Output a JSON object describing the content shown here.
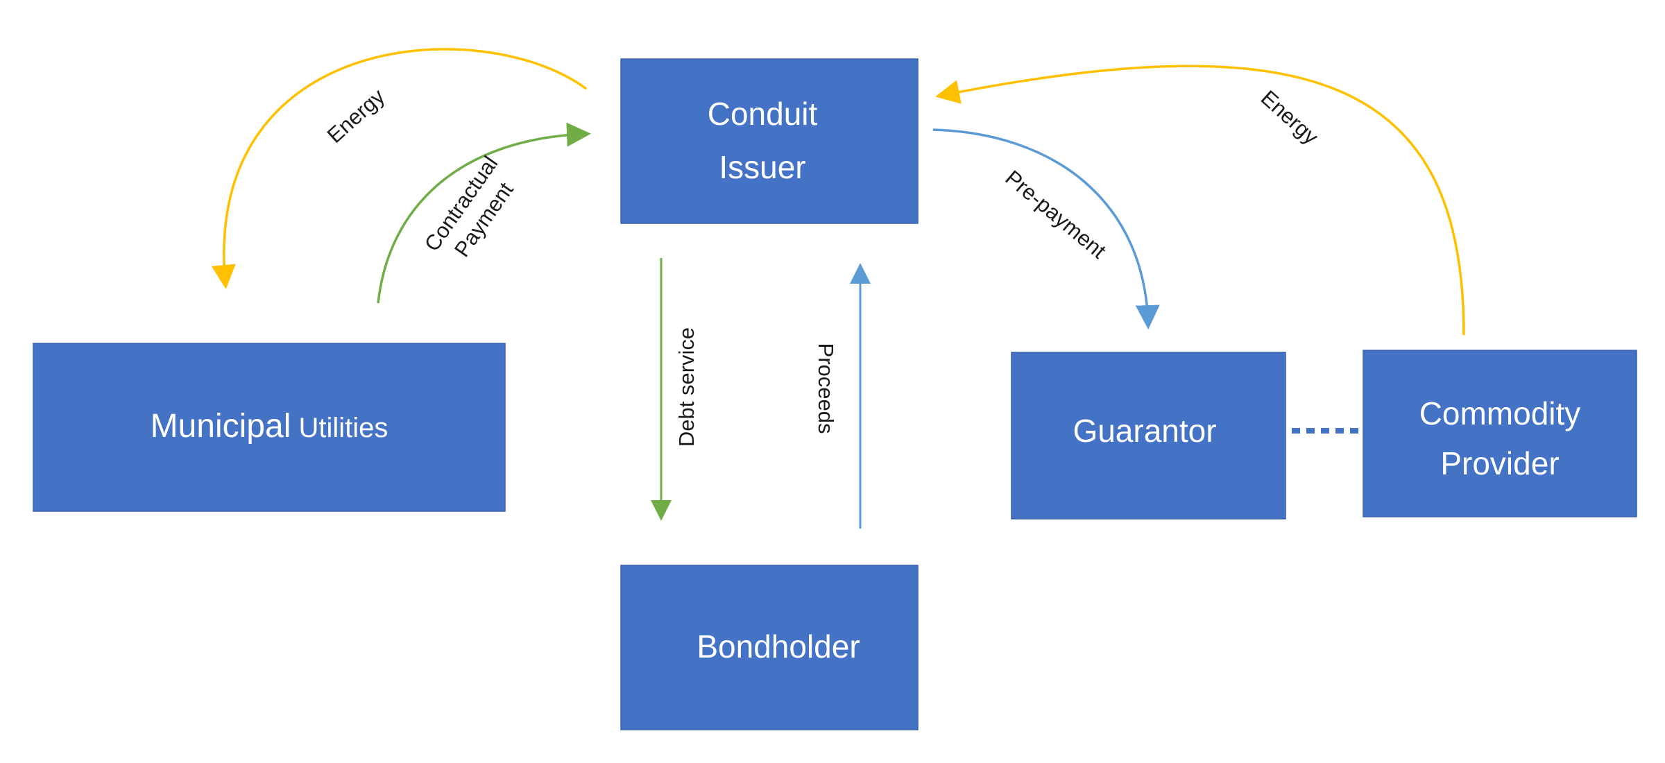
{
  "colors": {
    "box": "#4472c4",
    "box_text": "#ffffff",
    "energy": "#ffc000",
    "contractual": "#70ad47",
    "debt": "#70ad47",
    "proceeds": "#5b9bd5",
    "prepayment": "#5b9bd5",
    "connector": "#4472c4"
  },
  "nodes": {
    "conduit_issuer": {
      "line1": "Conduit",
      "line2": "Issuer"
    },
    "municipal_utilities": {
      "part1": "Municipal",
      "part2": " Utilities"
    },
    "bondholder": {
      "label": "Bondholder"
    },
    "guarantor": {
      "label": "Guarantor"
    },
    "commodity_provider": {
      "line1": "Commodity",
      "line2": "Provider"
    }
  },
  "edges": {
    "energy_left": {
      "label": "Energy"
    },
    "contractual_payment": {
      "line1": "Contractual",
      "line2": "Payment"
    },
    "debt_service": {
      "label": "Debt service"
    },
    "proceeds": {
      "label": "Proceeds"
    },
    "prepayment": {
      "label": "Pre-payment"
    },
    "energy_right": {
      "label": "Energy"
    }
  }
}
